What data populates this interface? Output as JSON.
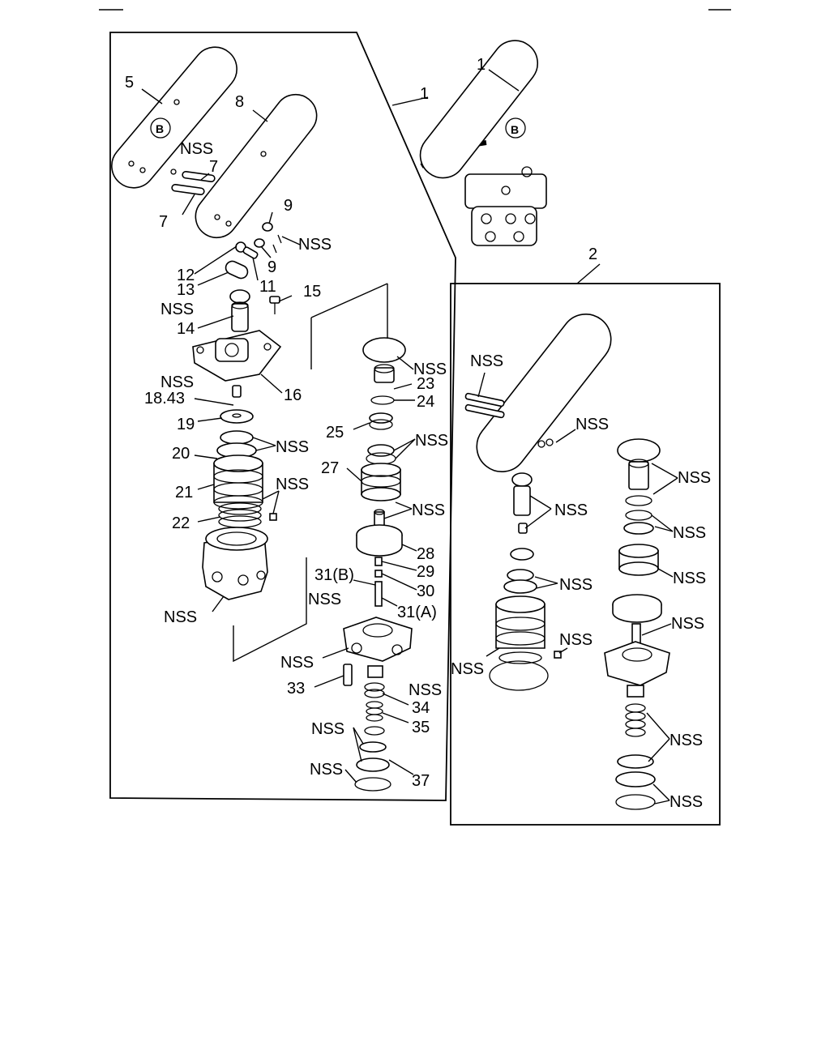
{
  "diagram": {
    "group_labels": {
      "kit_1": "1",
      "kit_2": "2"
    },
    "callouts": {
      "c5": "5",
      "c8": "8",
      "c7a": "7",
      "c7b": "7",
      "c9a": "9",
      "c9b": "9",
      "c12": "12",
      "c13": "13",
      "c11": "11",
      "c14": "14",
      "c15": "15",
      "c16": "16",
      "c18": "18.43",
      "c19": "19",
      "c20": "20",
      "c21": "21",
      "c22": "22",
      "c23": "23",
      "c24": "24",
      "c25": "25",
      "c27": "27",
      "c28": "28",
      "c29": "29",
      "c30": "30",
      "c31b": "31(B)",
      "c31a": "31(A)",
      "c33": "33",
      "c34": "34",
      "c35": "35",
      "c37": "37"
    },
    "nss": "NSS",
    "pedal_logo": "B"
  },
  "colors": {
    "line": "#000000",
    "background": "#ffffff"
  }
}
